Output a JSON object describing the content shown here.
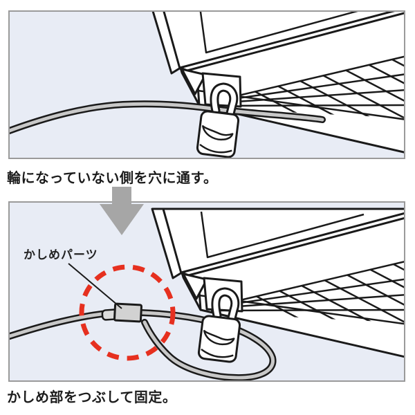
{
  "steps": [
    {
      "caption": "輪になっていない側を穴に通す。"
    },
    {
      "caption": "かしめ部をつぶして固定。",
      "callout_label": "かしめパーツ"
    }
  ],
  "illustration": {
    "subject": "laptop with security cable lock",
    "icon_names": [
      "laptop-illustration",
      "padlock-icon",
      "security-cable",
      "crimp-part",
      "highlight-circle-icon",
      "down-arrow-icon"
    ],
    "colors": {
      "panel_background": "#e8ecf5",
      "panel_border": "#9a9a9a",
      "line_black": "#1a1a1a",
      "cable_gray": "#c8c8c8",
      "crimp_gray": "#d2d2d2",
      "arrow_gray": "#a6a6a6",
      "highlight_red": "#e6301f",
      "artwork_white": "#ffffff"
    }
  }
}
